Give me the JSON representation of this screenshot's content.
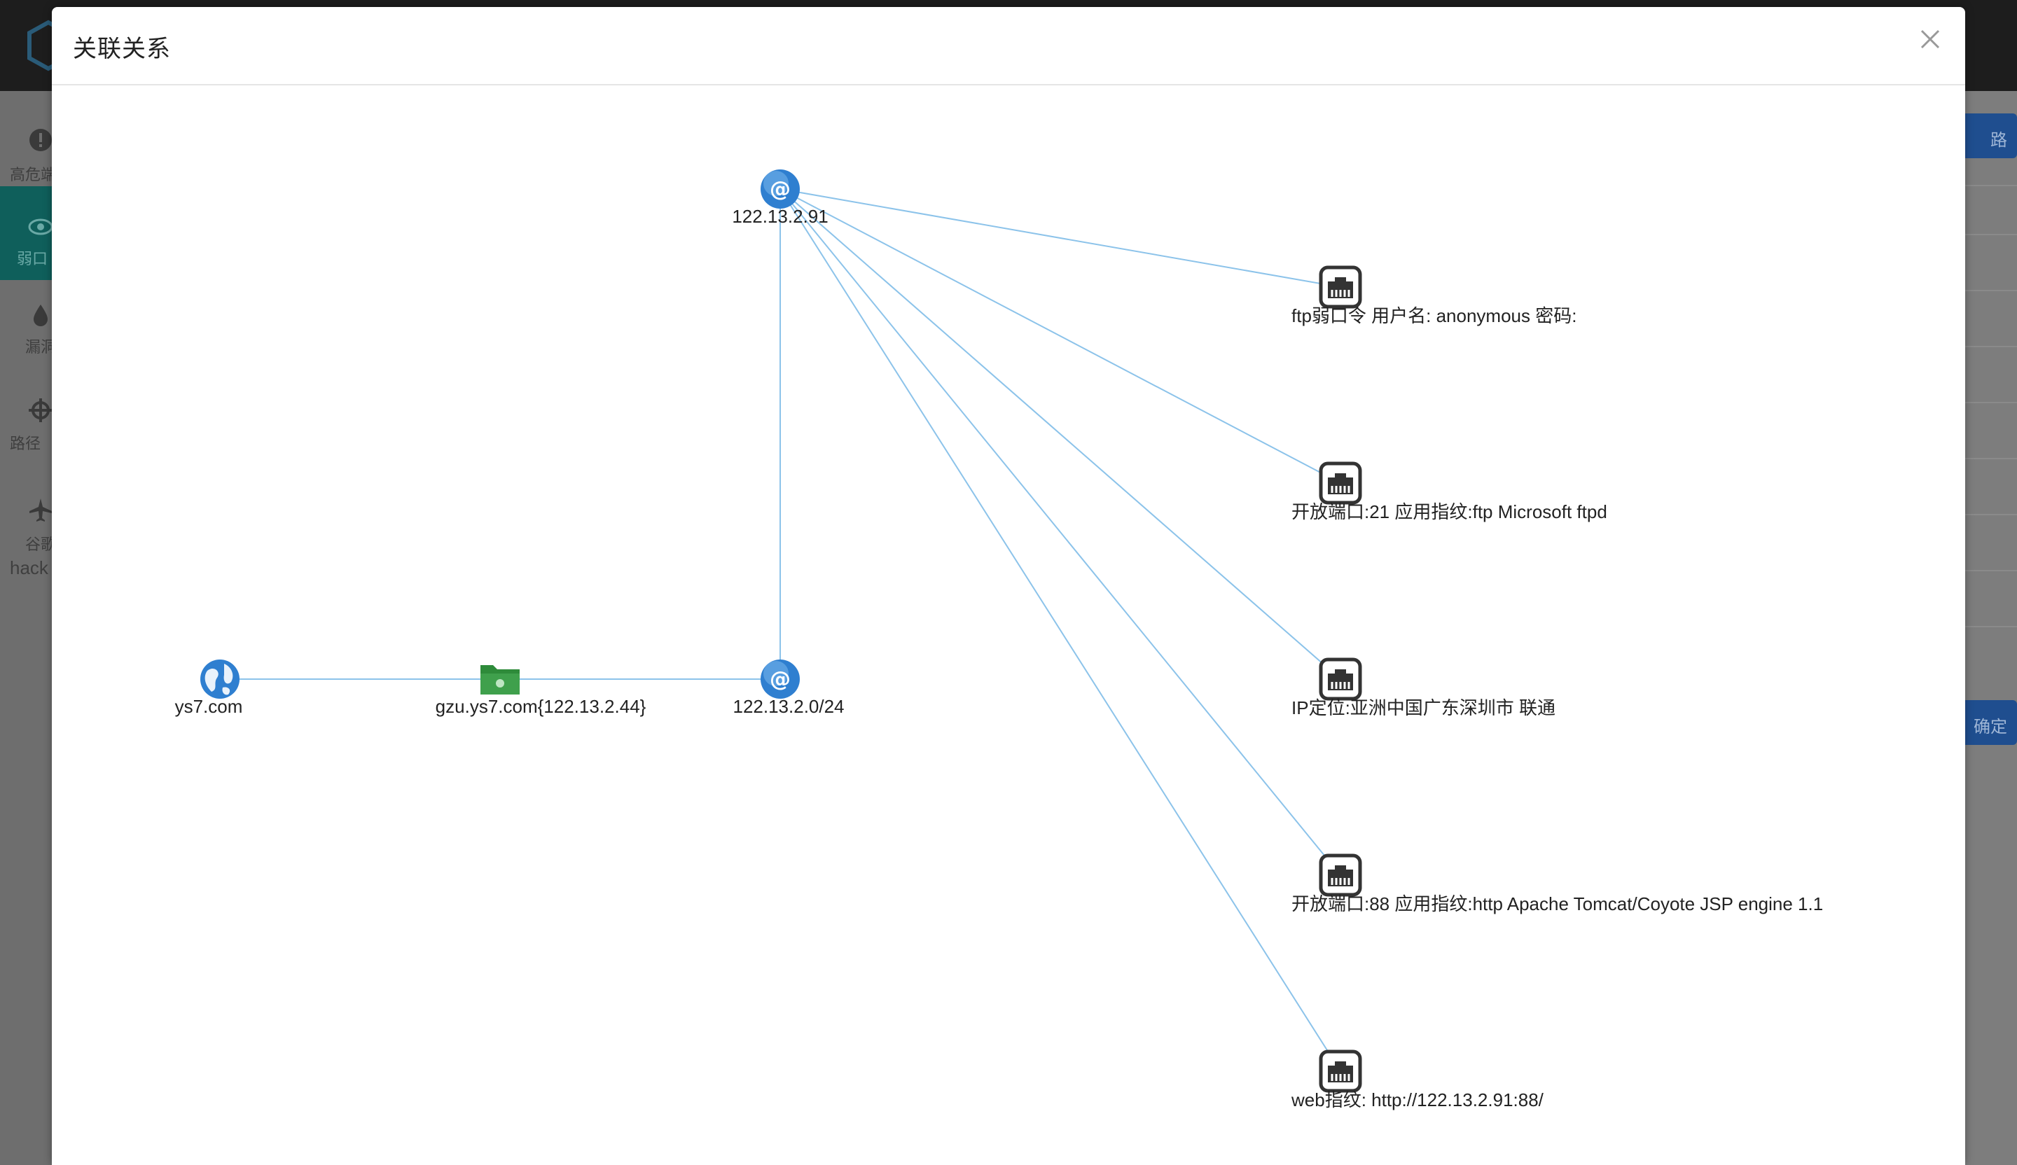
{
  "background_app": {
    "sidebar": {
      "items": [
        {
          "label": "高危端",
          "icon": "exclamation-circle-icon"
        },
        {
          "label": "弱口",
          "icon": "eye-icon"
        },
        {
          "label": "漏洞",
          "icon": "droplet-icon"
        },
        {
          "label": "路径",
          "icon": "crosshair-icon"
        },
        {
          "label": "谷歌",
          "label2": "hack",
          "icon": "airplane-icon"
        }
      ]
    },
    "top_right_button_label": "路",
    "confirm_button_label": "确定"
  },
  "modal": {
    "title": "关联关系",
    "close_icon": "close-icon",
    "graph": {
      "nodes": [
        {
          "id": "domain",
          "type": "globe-icon",
          "label": "ys7.com"
        },
        {
          "id": "subdomain",
          "type": "folder-icon",
          "label": "gzu.ys7.com{122.13.2.44}"
        },
        {
          "id": "subnet",
          "type": "ip-icon",
          "label": "122.13.2.0/24"
        },
        {
          "id": "ip",
          "type": "ip-icon",
          "label": "122.13.2.91"
        },
        {
          "id": "weak-pass",
          "type": "network-port-icon",
          "label": "ftp弱口令 用户名: anonymous 密码:"
        },
        {
          "id": "port-21",
          "type": "network-port-icon",
          "label": "开放端口:21 应用指纹:ftp Microsoft ftpd"
        },
        {
          "id": "geo",
          "type": "network-port-icon",
          "label": "IP定位:亚洲中国广东深圳市 联通"
        },
        {
          "id": "port-88",
          "type": "network-port-icon",
          "label": "开放端口:88 应用指纹:http Apache Tomcat/Coyote JSP engine 1.1"
        },
        {
          "id": "web",
          "type": "network-port-icon",
          "label": "web指纹: http://122.13.2.91:88/"
        }
      ],
      "edges": [
        [
          "domain",
          "subdomain"
        ],
        [
          "subdomain",
          "subnet"
        ],
        [
          "subnet",
          "ip"
        ],
        [
          "ip",
          "weak-pass"
        ],
        [
          "ip",
          "port-21"
        ],
        [
          "ip",
          "geo"
        ],
        [
          "ip",
          "port-88"
        ],
        [
          "ip",
          "web"
        ]
      ],
      "colors": {
        "edge": "#8cc3ea",
        "ip_node": "#2f7fd0",
        "folder": "#2e8b3a",
        "port_box": "#333333"
      }
    }
  }
}
